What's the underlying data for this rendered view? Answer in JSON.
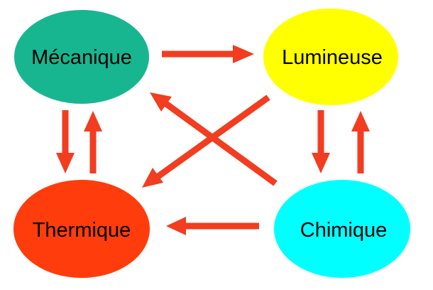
{
  "nodes": {
    "mecanique": {
      "label": "Mécanique",
      "color": "#17b691"
    },
    "lumineuse": {
      "label": "Lumineuse",
      "color": "#ffff00"
    },
    "thermique": {
      "label": "Thermique",
      "color": "#ff3d0c"
    },
    "chimique": {
      "label": "Chimique",
      "color": "#00ffff"
    }
  },
  "arrow_color": "#f23d20",
  "edges": [
    {
      "from": "Mécanique",
      "to": "Lumineuse"
    },
    {
      "from": "Mécanique",
      "to": "Thermique"
    },
    {
      "from": "Thermique",
      "to": "Mécanique"
    },
    {
      "from": "Lumineuse",
      "to": "Chimique"
    },
    {
      "from": "Chimique",
      "to": "Lumineuse"
    },
    {
      "from": "Lumineuse",
      "to": "Thermique"
    },
    {
      "from": "Chimique",
      "to": "Mécanique"
    },
    {
      "from": "Chimique",
      "to": "Thermique"
    }
  ]
}
